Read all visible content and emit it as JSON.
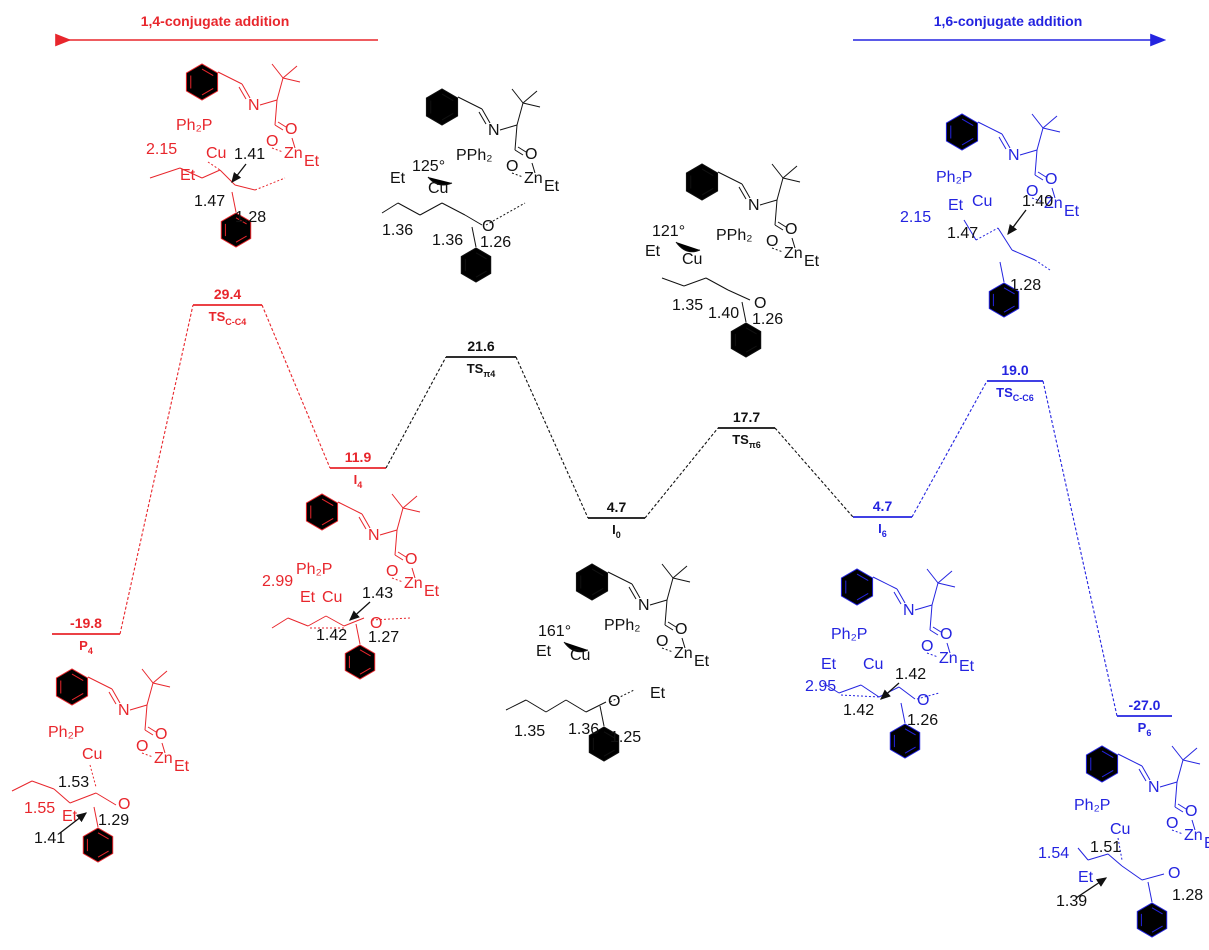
{
  "headers": {
    "left": "1,4-conjugate addition",
    "right": "1,6-conjugate addition"
  },
  "colors": {
    "path14": "#e8262c",
    "path16": "#2424e0",
    "neutral": "#111111"
  },
  "levels": [
    {
      "id": "P4",
      "energy": "-19.8",
      "label": "P",
      "sub": "4",
      "color": "red"
    },
    {
      "id": "TSC-C4",
      "energy": "29.4",
      "label": "TS",
      "sub": "C-C4",
      "color": "red"
    },
    {
      "id": "I4",
      "energy": "11.9",
      "label": "I",
      "sub": "4",
      "color": "red"
    },
    {
      "id": "TSpi4",
      "energy": "21.6",
      "label": "TS",
      "sub": "π4",
      "color": "black"
    },
    {
      "id": "I0",
      "energy": "4.7",
      "label": "I",
      "sub": "0",
      "color": "black"
    },
    {
      "id": "TSpi6",
      "energy": "17.7",
      "label": "TS",
      "sub": "π6",
      "color": "black"
    },
    {
      "id": "I6",
      "energy": "4.7",
      "label": "I",
      "sub": "6",
      "color": "blue"
    },
    {
      "id": "TSC-C6",
      "energy": "19.0",
      "label": "TS",
      "sub": "C-C6",
      "color": "blue"
    },
    {
      "id": "P6",
      "energy": "-27.0",
      "label": "P",
      "sub": "6",
      "color": "blue"
    }
  ],
  "structures": {
    "ts_cc4": {
      "dist_bold": "2.15",
      "d1": "1.41",
      "d2": "1.47",
      "d3": "1.28"
    },
    "ts_pi4": {
      "angle": "125°",
      "d1": "1.36",
      "d2": "1.36",
      "d3": "1.26"
    },
    "ts_pi6": {
      "angle": "121°",
      "d1": "1.35",
      "d2": "1.40",
      "d3": "1.26"
    },
    "ts_cc6": {
      "dist_bold": "2.15",
      "d1": "1.40",
      "d2": "1.47",
      "d3": "1.28"
    },
    "p4": {
      "dist_bold": "1.55",
      "d1": "1.53",
      "d2": "1.41",
      "d3": "1.29"
    },
    "i4": {
      "dist_bold": "2.99",
      "d1": "1.43",
      "d2": "1.42",
      "d3": "1.27"
    },
    "i0": {
      "angle": "161°",
      "d1": "1.35",
      "d2": "1.36",
      "d3": "1.25"
    },
    "i6": {
      "dist_bold": "2.95",
      "d1": "1.42",
      "d2": "1.42",
      "d3": "1.26"
    },
    "p6": {
      "dist_bold": "1.54",
      "d1": "1.51",
      "d2": "1.39",
      "d3": "1.28"
    }
  },
  "atoms": {
    "ph2p": "Ph₂P",
    "pph2": "PPh₂",
    "cu": "Cu",
    "zn": "Zn",
    "et": "Et",
    "n": "N",
    "o": "O"
  }
}
